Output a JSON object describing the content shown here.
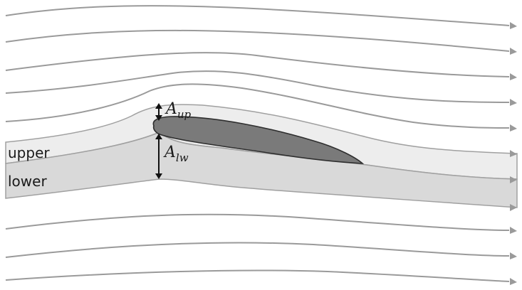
{
  "labels": {
    "upper": "upper",
    "lower": "lower",
    "a_up_main": "A",
    "a_up_sub": "up",
    "a_lw_main": "A",
    "a_lw_sub": "lw"
  },
  "colors": {
    "streamline": "#9a9a9a",
    "upper_band": "#ededed",
    "lower_band": "#d9d9d9",
    "airfoil_fill": "#7a7a7a",
    "airfoil_stroke": "#2e2e2e",
    "dimension": "#111111"
  }
}
